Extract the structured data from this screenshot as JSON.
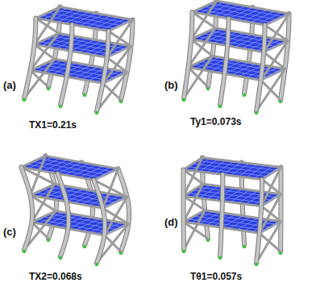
{
  "diagram": {
    "labels": [
      "(a)",
      "TX1=0.21s",
      "(b)",
      "Ty1=0.073s",
      "(c)",
      "TX2=0.068s",
      "(d)",
      "Tθ1=0.057s"
    ]
  }
}
